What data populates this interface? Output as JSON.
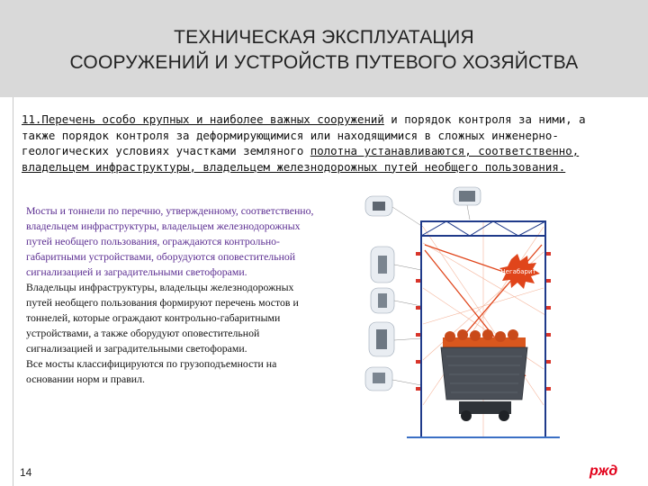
{
  "slide": {
    "title_line1": "ТЕХНИЧЕСКАЯ ЭКСПЛУАТАЦИЯ",
    "title_line2": "СООРУЖЕНИЙ И УСТРОЙСТВ ПУТЕВОГО ХОЗЯЙСТВА",
    "intro_part1": "11.Перечень особо крупных и наиболее важных сооружений",
    "intro_part2": " и порядок контроля за ними, а также порядок контроля за деформирующимися или находящимися в сложных инженерно-геологических условиях участками земляного ",
    "intro_part3": "полотна устанавливаются, соответственно, владельцем инфраструктуры, владельцем железнодорожных путей необщего пользования.",
    "para_purple": "Мосты и тоннели по перечню, утвержденному, соответственно, владельцем инфраструктуры, владельцем железнодорожных путей необщего пользования, ограждаются контрольно-габаритными устройствами, оборудуются оповестительной сигнализацией и заградительными светофорами.",
    "para_black1": "Владельцы инфраструктуры, владельцы железнодорожных путей необщего пользования формируют перечень мостов и тоннелей, которые ограждают контрольно-габаритными устройствами, а также оборудуют оповестительной сигнализацией и заградительными светофорами.",
    "para_black2": "Все мосты классифицируются по грузоподъемности на основании норм и правил.",
    "page_number": "14",
    "logo_text": "ржд"
  },
  "diagram": {
    "oversize_label": "Негабарит",
    "colors": {
      "structure": "#1f3a8a",
      "laser": "#e0451b",
      "beam_faint": "#f4b49a",
      "load": "#d9571e",
      "floor": "#3a6fc4"
    }
  }
}
